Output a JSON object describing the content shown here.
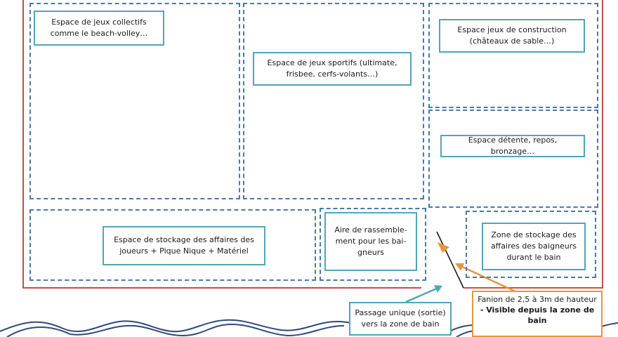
{
  "zones": {
    "collective_games": [
      "Espace de jeux collectifs",
      "comme le beach-volley…"
    ],
    "sports_games": [
      "Espace de jeux sportifs (ultimate,",
      "frisbee, cerfs-volants…)"
    ],
    "construction_games": [
      "Espace jeux de construction",
      "(châteaux de sable…)"
    ],
    "relaxation": [
      "Espace détente, repos, bronzage…"
    ],
    "player_storage": [
      "Espace de stockage des affaires des",
      "joueurs + Pique Nique + Matériel"
    ],
    "assembly_area": [
      "Aire de rassemble-",
      "ment pour les bai-",
      "gneurs"
    ],
    "bather_storage": [
      "Zone de stockage des",
      "affaires des baigneurs",
      "durant le bain"
    ]
  },
  "passage": [
    "Passage unique (sortie)",
    "vers la zone de bain"
  ],
  "flag": {
    "line1": "Fanion de 2,5 à 3m de hauteur",
    "line2": "- Visible depuis la zone de",
    "line3": "bain"
  },
  "colors": {
    "perimeter": "#c0504d",
    "dashed_zone": "#4a78a8",
    "label_border": "#4fa6b8",
    "flag_border": "#e8963a",
    "arrow": "#4fa6b8",
    "water": "#2e4a7a"
  }
}
